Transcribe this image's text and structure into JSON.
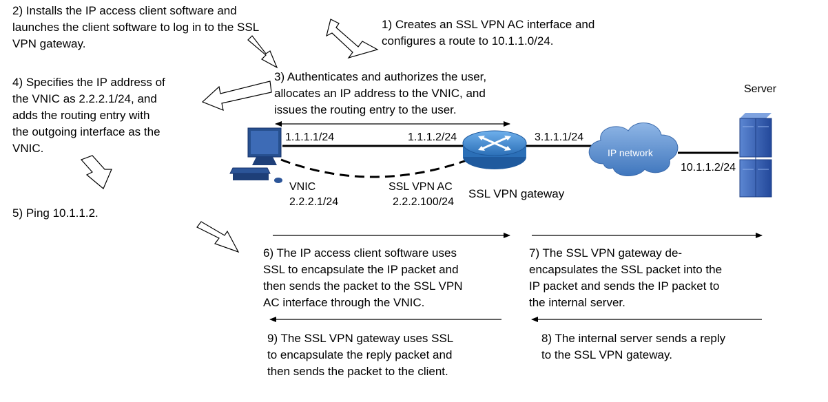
{
  "steps": {
    "s1": "1) Creates an SSL VPN AC interface and\nconfigures a route to 10.1.1.0/24.",
    "s2": "2) Installs the IP access client software and\nlaunches the client software to log in to the SSL\nVPN gateway.",
    "s3": "3) Authenticates and authorizes the user,\nallocates an IP address to the VNIC, and\nissues the routing entry to the user.",
    "s4": "4) Specifies the IP address of\nthe VNIC as 2.2.2.1/24, and\nadds the routing entry with\nthe outgoing interface as the\nVNIC.",
    "s5": "5) Ping 10.1.1.2.",
    "s6": "6) The IP access client software uses\nSSL to encapsulate the IP packet and\nthen sends the packet to the SSL VPN\nAC interface through the VNIC.",
    "s7": "7) The SSL VPN gateway de-\nencapsulates the SSL packet into the\nIP packet and sends the IP packet to\nthe internal server.",
    "s8": "8) The internal server sends a reply\nto the SSL VPN gateway.",
    "s9": "9) The SSL VPN gateway uses SSL\nto encapsulate the reply packet and\nthen sends the packet to the client."
  },
  "labels": {
    "server": "Server",
    "ip_client": "1.1.1.1/24",
    "ip_gw_in": "1.1.1.2/24",
    "ip_gw_out": "3.1.1.1/24",
    "ip_network": "IP network",
    "ip_server": "10.1.1.2/24",
    "vnic": "VNIC",
    "vnic_ip": "2.2.2.1/24",
    "sslvpn_ac": "SSL VPN AC",
    "sslvpn_ac_ip": "2.2.2.100/24",
    "gateway": "SSL VPN gateway"
  },
  "colors": {
    "router": "#3a7fc4",
    "cloud": "#4f86c6",
    "server": "#2f5fb3",
    "pc": "#27508f"
  }
}
